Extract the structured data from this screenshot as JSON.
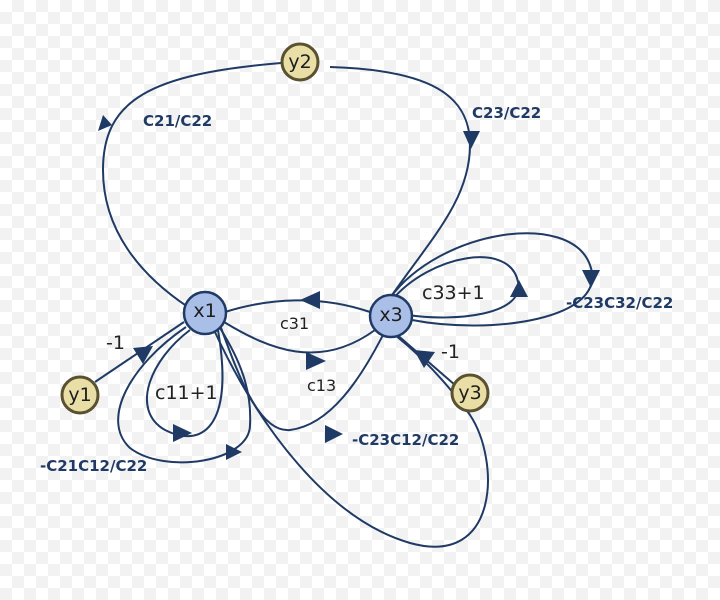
{
  "nodes": {
    "x1": "x1",
    "x3": "x3",
    "y1": "y1",
    "y2": "y2",
    "y3": "y3"
  },
  "edge_labels": {
    "c21_c22": "C21/C22",
    "c23_c22": "C23/C22",
    "minus_c23c32_c22": "-C23C32/C22",
    "c33_plus_1": "c33+1",
    "c31": "c31",
    "c13": "c13",
    "minus_c23c12_c22": "-C23C12/C22",
    "c11_plus_1": "c11+1",
    "minus_c21c12_c22": "-C21C12/C22",
    "minus_one_y1": "-1",
    "minus_one_y3": "-1"
  },
  "colors": {
    "edge": "#1f3a64",
    "x_node_fill": "#aabfe8",
    "y_node_fill": "#e9dfa6"
  }
}
